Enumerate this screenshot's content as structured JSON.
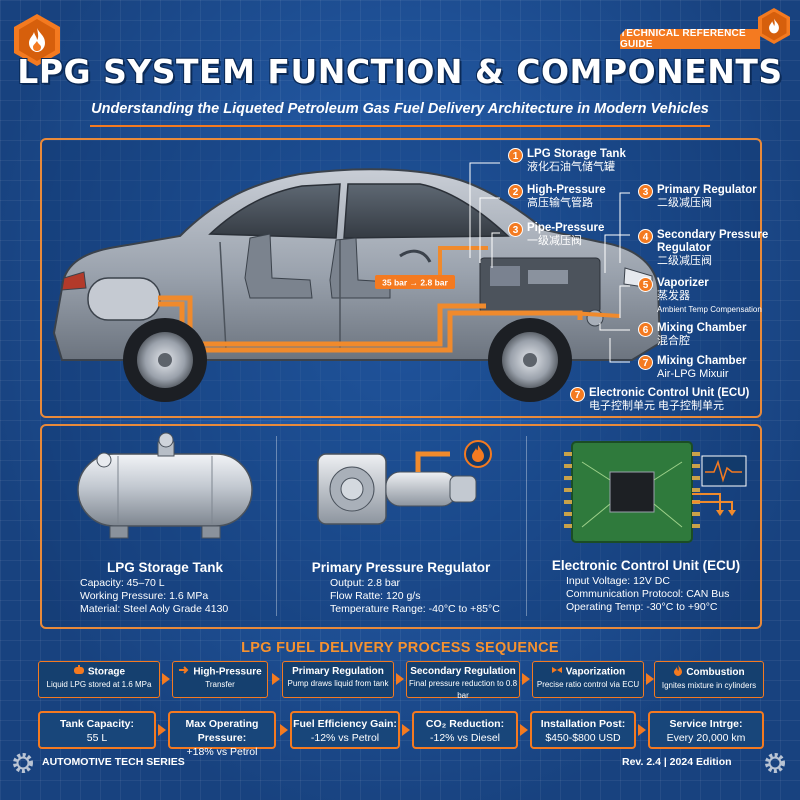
{
  "header": {
    "badge": "TECHNICAL REFERENCE GUIDE",
    "title": "LPG SYSTEM FUNCTION & COMPONENTS",
    "subtitle": "Understanding the Liqueted Petroleum Gas Fuel Delivery Architecture in Modern Vehicles",
    "icons": [
      "flame-icon",
      "flame-icon"
    ]
  },
  "diagram": {
    "pressure_tag": "35 bar → 2.8 bar",
    "callouts": [
      {
        "num": "1",
        "label": "LPG Storage Tank",
        "zh": "液化石油气储气罐"
      },
      {
        "num": "2",
        "label": "High-Pressure",
        "zh": "高压输气管路"
      },
      {
        "num": "3",
        "label": "Pipe-Pressure",
        "zh": "一级减压阀"
      },
      {
        "num": "3",
        "label": "Primary Regulator",
        "zh": "二级减压阀"
      },
      {
        "num": "4",
        "label": "Secondary Pressure",
        "label2": "Regulator",
        "zh": "二级减压阀"
      },
      {
        "num": "5",
        "label": "Vaporizer",
        "zh": "蒸发器",
        "note": "Ambient Temp Compensation"
      },
      {
        "num": "6",
        "label": "Mixing Chamber",
        "zh": "混合腔"
      },
      {
        "num": "7",
        "label": "Mixing Chamber",
        "zh": "Air-LPG Mixuir"
      },
      {
        "num": "7",
        "label": "Electronic Control Unit (ECU)",
        "zh": "电子控制单元 电子控制单元"
      }
    ]
  },
  "components": [
    {
      "title": "LPG Storage Tank",
      "specs": [
        "Capacity: 45–70 L",
        "Working Pressure: 1.6 MPa",
        "Material: Steel Aoly Grade 4130"
      ]
    },
    {
      "title": "Primary Pressure Regulator",
      "specs": [
        "Output: 2.8 bar",
        "Flow Ratte: 120 g/s",
        "Temperature Range: -40°C to +85°C"
      ]
    },
    {
      "title": "Electronic Control Unit (ECU)",
      "specs": [
        "Input Voltage: 12V DC",
        "Communication Protocol: CAN Bus",
        "Operating Temp: -30°C to +90°C"
      ]
    }
  ],
  "process": {
    "title": "LPG FUEL DELIVERY PROCESS SEQUENCE",
    "steps": [
      {
        "title": "Storage",
        "desc": "Liquid LPG stored at 1.6 MPa",
        "icon": "tank-icon"
      },
      {
        "title": "High-Pressure",
        "desc": "Transfer",
        "icon": "pipe-icon"
      },
      {
        "title": "Primary Regulation",
        "desc": "Pump draws liquid from tank",
        "icon": ""
      },
      {
        "title": "Secondary Regulation",
        "desc": "Final pressure reduction to 0.8 bar",
        "icon": ""
      },
      {
        "title": "Vaporization",
        "desc": "Precise ratio control via ECU",
        "icon": "valve-icon"
      },
      {
        "title": "Combustion",
        "desc": "Ignites mixture in cylinders",
        "icon": "flame-icon"
      }
    ]
  },
  "stats": [
    {
      "label": "Tank Capacity:",
      "value": "55 L"
    },
    {
      "label": "Max Operating Pressure:",
      "value": "+18% vs Petrol"
    },
    {
      "label": "Fuel Efficiency Gain:",
      "value": "-12% vs Petrol"
    },
    {
      "label": "CO₂ Reduction:",
      "value": "-12% vs Diesel"
    },
    {
      "label": "Installation Post:",
      "value": "$450-$800 USD"
    },
    {
      "label": "Service Intrge:",
      "value": "Every 20,000 km"
    }
  ],
  "footer": {
    "left": "AUTOMOTIVE TECH SERIES",
    "right": "Rev. 2.4 | 2024 Edition"
  },
  "colors": {
    "accent": "#f47a20",
    "background": "#1d4f96",
    "pipe": "#f08a2c"
  }
}
